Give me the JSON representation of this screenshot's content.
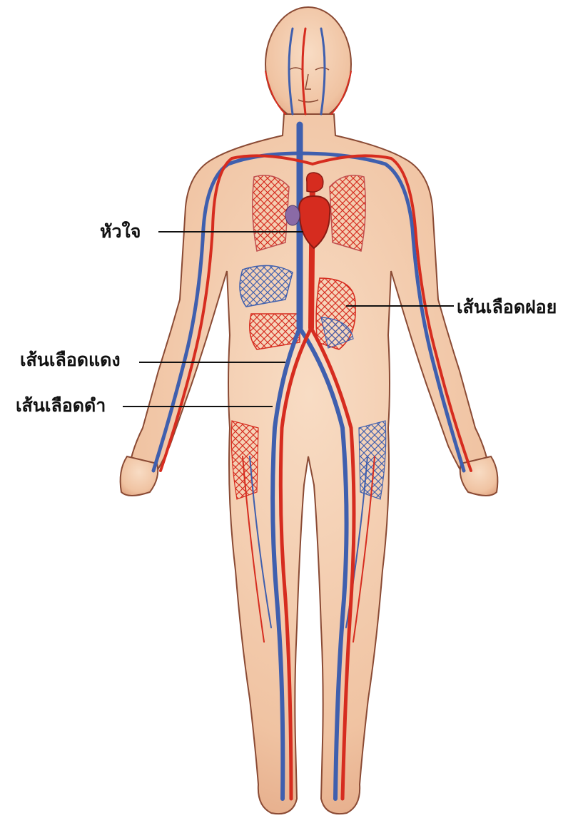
{
  "labels": {
    "heart": "หัวใจ",
    "capillary": "เส้นเลือดฝอย",
    "artery": "เส้นเลือดแดง",
    "vein": "เส้นเลือดดำ"
  },
  "colors": {
    "skin": "#f3c7a7",
    "skin_shade": "#d99b7a",
    "outline": "#8a4a34",
    "artery": "#d62c1f",
    "vein": "#3f5fae",
    "leader": "#111111"
  }
}
